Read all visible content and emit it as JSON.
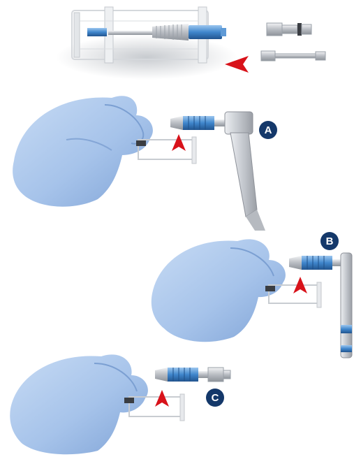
{
  "steps": [
    {
      "label": "A"
    },
    {
      "label": "B"
    },
    {
      "label": "C"
    }
  ],
  "colors": {
    "glove": "#a9c5ea",
    "marker": "#14386a",
    "arrow": "#d8121a",
    "implant_blue": "#4a8fd0",
    "metal": "#c9ccd1"
  }
}
